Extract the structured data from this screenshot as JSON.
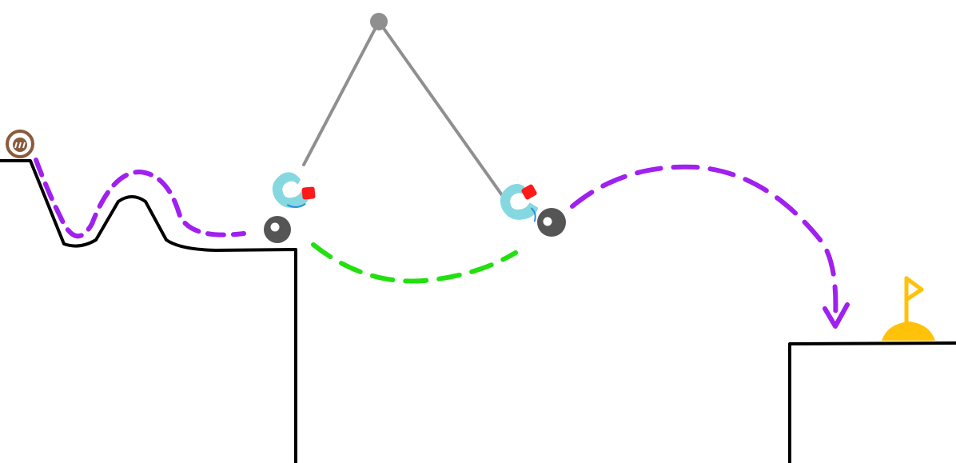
{
  "scene": {
    "background_color": "#ffffff",
    "ground_color": "#000000",
    "player_ball": {
      "icon": "brown-ball-icon",
      "color": "#8b5a3c",
      "face_color": "#ffffff"
    },
    "pivot": {
      "icon": "pivot-pin-icon",
      "color": "#8f8f8f"
    },
    "ropes_color": "#8f8f8f",
    "magnets": [
      {
        "icon": "magnet-icon",
        "body_color": "#86d8e0",
        "tip_color": "#ff1a1a",
        "field_color": "#2a8fd8"
      },
      {
        "icon": "magnet-icon",
        "body_color": "#86d8e0",
        "tip_color": "#ff1a1a",
        "field_color": "#2a8fd8"
      }
    ],
    "iron_balls": [
      {
        "icon": "iron-ball-icon",
        "color": "#555555",
        "highlight": "#ffffff"
      },
      {
        "icon": "iron-ball-icon",
        "color": "#555555",
        "highlight": "#ffffff"
      }
    ],
    "paths": [
      {
        "name": "roll-path",
        "color": "#a020f0",
        "style": "dashed"
      },
      {
        "name": "swing-path",
        "color": "#22e010",
        "style": "dashed"
      },
      {
        "name": "launch-path",
        "color": "#a020f0",
        "style": "dashed",
        "arrow": true
      }
    ],
    "goal": {
      "icon": "goal-flag-icon",
      "color": "#ffc20a"
    }
  }
}
